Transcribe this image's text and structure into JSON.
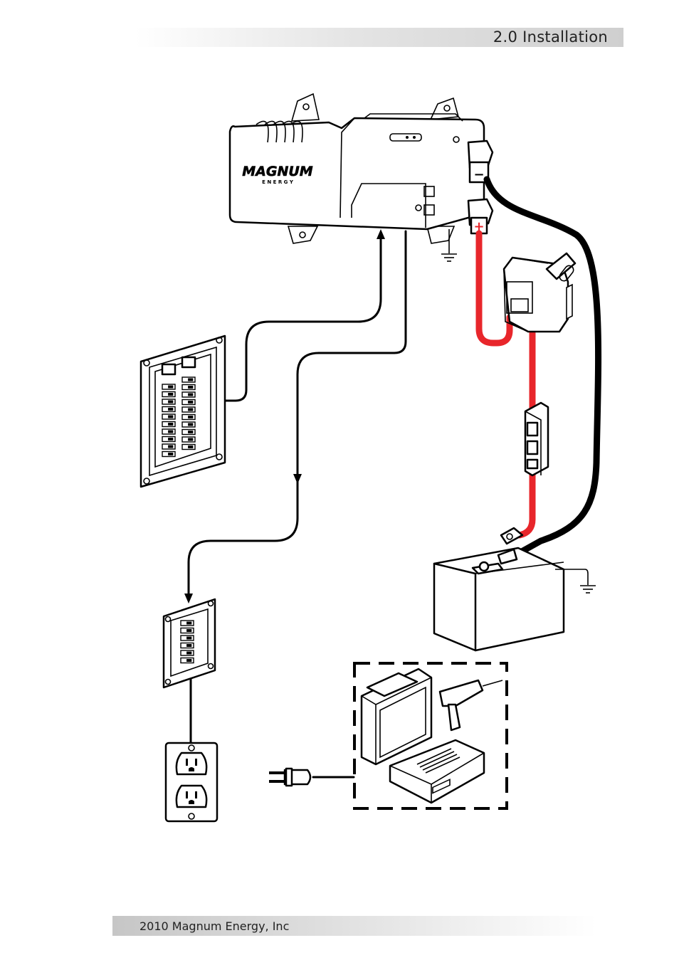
{
  "header": {
    "title": "2.0 Installation"
  },
  "footer": {
    "text": "2010 Magnum Energy, Inc"
  },
  "diagram": {
    "inverter_logo": "MAGNUM",
    "inverter_logo_sub": "E N E R G Y",
    "negative_symbol": "−",
    "positive_symbol": "+",
    "colors": {
      "positive_cable": "#e8262b",
      "negative_cable": "#111111",
      "line": "#000000"
    }
  }
}
